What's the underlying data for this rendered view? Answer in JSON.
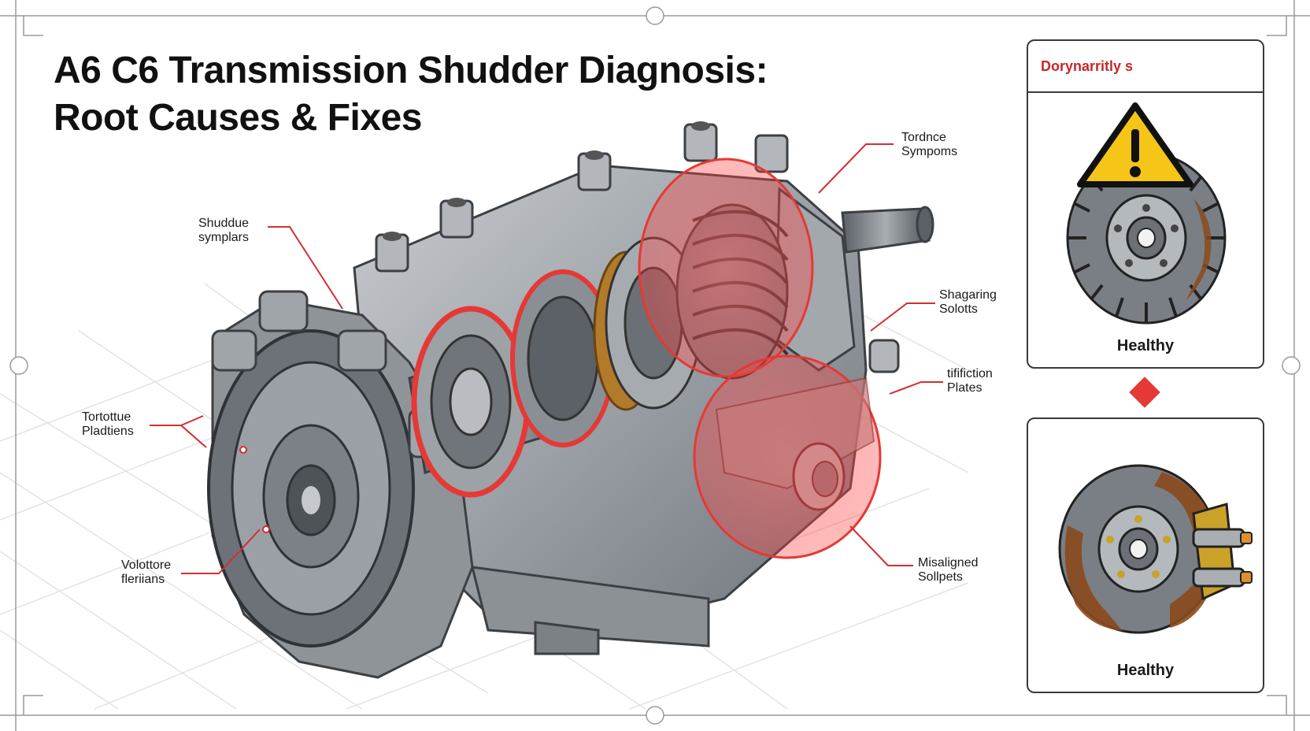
{
  "title": {
    "line1": "A6 C6 Transmission Shudder Diagnosis:",
    "line2": "Root Causes & Fixes"
  },
  "callouts": [
    {
      "id": "torque-symptoms",
      "line1": "Tordnce",
      "line2": "Sympoms"
    },
    {
      "id": "shudder-symptoms",
      "line1": "Shuddue",
      "line2": "symplars"
    },
    {
      "id": "shaking-solenoids",
      "line1": "Shagaring",
      "line2": "Solotts"
    },
    {
      "id": "friction-plates",
      "line1": "tififiction",
      "line2": "Plates"
    },
    {
      "id": "torque-platens",
      "line1": "Tortottue",
      "line2": "Pladtiens"
    },
    {
      "id": "vibration-flections",
      "line1": "Volottore",
      "line2": "fleriians"
    },
    {
      "id": "misaligned-solenoids",
      "line1": "Misaligned",
      "line2": "Sollpets"
    }
  ],
  "comparison": {
    "header": "Dorynarritly s",
    "top_label": "Healthy",
    "bottom_label": "Healthy"
  },
  "colors": {
    "accent": "#e53935",
    "warning": "#f5c518",
    "housing": "#9ea3a8",
    "rust": "#8a4a1c"
  }
}
